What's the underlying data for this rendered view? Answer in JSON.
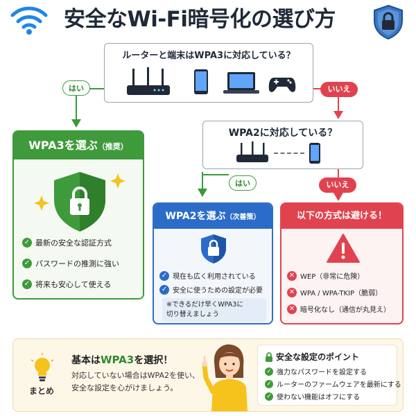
{
  "title": "安全なWi-Fi暗号化の選び方",
  "question1": "ルーターと端末はWPA3に対応している？",
  "question2": "WPA2に対応している？",
  "labels": {
    "yes": "はい",
    "no": "いいえ"
  },
  "wpa3_card": {
    "title": "WPA3を選ぶ",
    "tag": "（推奨）",
    "items": [
      "最新の安全な認証方式",
      "パスワードの推測に強い",
      "将来も安心して使える"
    ]
  },
  "wpa2_card": {
    "title": "WPA2を選ぶ",
    "tag": "（次善策）",
    "items": [
      "現在も広く利用されている",
      "安全に使うための設定が必要"
    ],
    "note_line1": "※できるだけ早くWPA3に",
    "note_line2": "切り替えましょう"
  },
  "avoid_card": {
    "title": "以下の方式は避ける！",
    "items": [
      "WEP（非常に危険）",
      "WPA / WPA-TKIP（脆弱）",
      "暗号化なし（通信が丸見え）"
    ]
  },
  "summary": {
    "label": "まとめ",
    "main_prefix": "基本は",
    "main_highlight": "WPA3",
    "main_suffix": "を選択！",
    "sub_line1": "対応していない場合はWPA2を使い、",
    "sub_line2": "安全な設定を心がけましょう。",
    "points_title": "安全な設定のポイント",
    "points": [
      "強力なパスワードを設定する",
      "ルーターのファームウェアを最新にする",
      "使わない機能はオフにする"
    ]
  },
  "colors": {
    "green": "#3f9a3c",
    "blue": "#2c6cc9",
    "red": "#e0434f",
    "wifi_blue": "#1e88e5"
  }
}
